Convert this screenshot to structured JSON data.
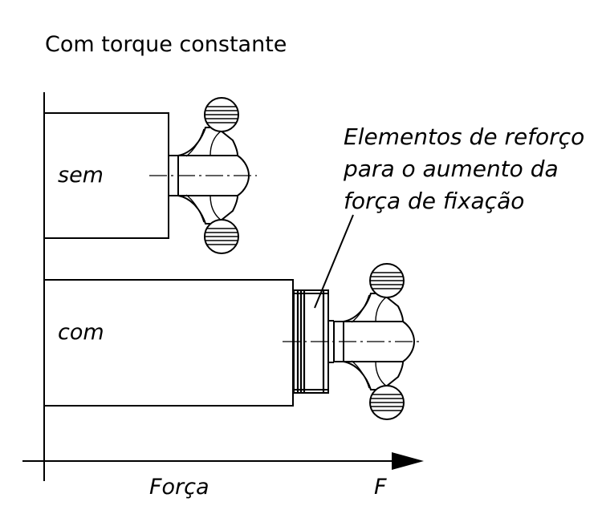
{
  "title": "Com torque constante",
  "bars": [
    {
      "label": "sem",
      "has_reinforcement": false
    },
    {
      "label": "com",
      "has_reinforcement": true
    }
  ],
  "annotation": {
    "lines": [
      "Elementos de reforço",
      "para o aumento da",
      "força de fixação"
    ]
  },
  "axis": {
    "label": "Força",
    "symbol": "F"
  },
  "colors": {
    "ink": "#000000",
    "background": "#ffffff"
  }
}
